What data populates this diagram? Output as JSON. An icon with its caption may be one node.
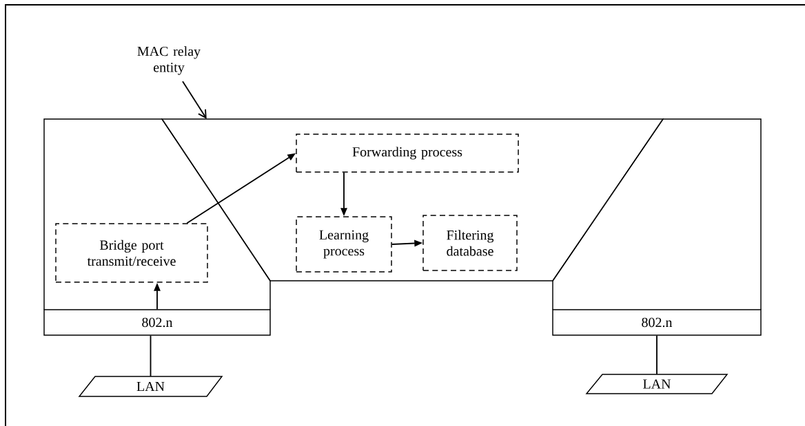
{
  "diagram": {
    "nodes": [
      {
        "text": [
          "MAC relay entity"
        ]
      },
      {
        "text": [],
        "shape": "trapezoid"
      },
      {
        "text": [
          "Forwarding process"
        ],
        "in": 1
      },
      {
        "text": [
          "Bridge port transmit/receive"
        ]
      },
      {
        "text": [
          "Learning process"
        ],
        "in": 1
      },
      {
        "text": [
          "Filtering database"
        ],
        "in": 1
      },
      {
        "text": [
          "802.n"
        ]
      },
      {
        "text": [
          "802.n"
        ]
      },
      {
        "text": [
          "LAN"
        ]
      },
      {
        "text": [
          "LAN"
        ]
      }
    ],
    "edges": [
      {
        "from": 0,
        "to": 1,
        "arrow": "to"
      },
      {
        "from": 3,
        "to": 2,
        "arrow": "to"
      },
      {
        "from": 2,
        "to": 4,
        "arrow": "to"
      },
      {
        "from": 4,
        "to": 5,
        "arrow": "to"
      },
      {
        "from": 6,
        "to": 3,
        "arrow": "to"
      },
      {
        "from": 8,
        "to": 6,
        "arrow": "none"
      },
      {
        "from": 9,
        "to": 7,
        "arrow": "none"
      }
    ]
  }
}
